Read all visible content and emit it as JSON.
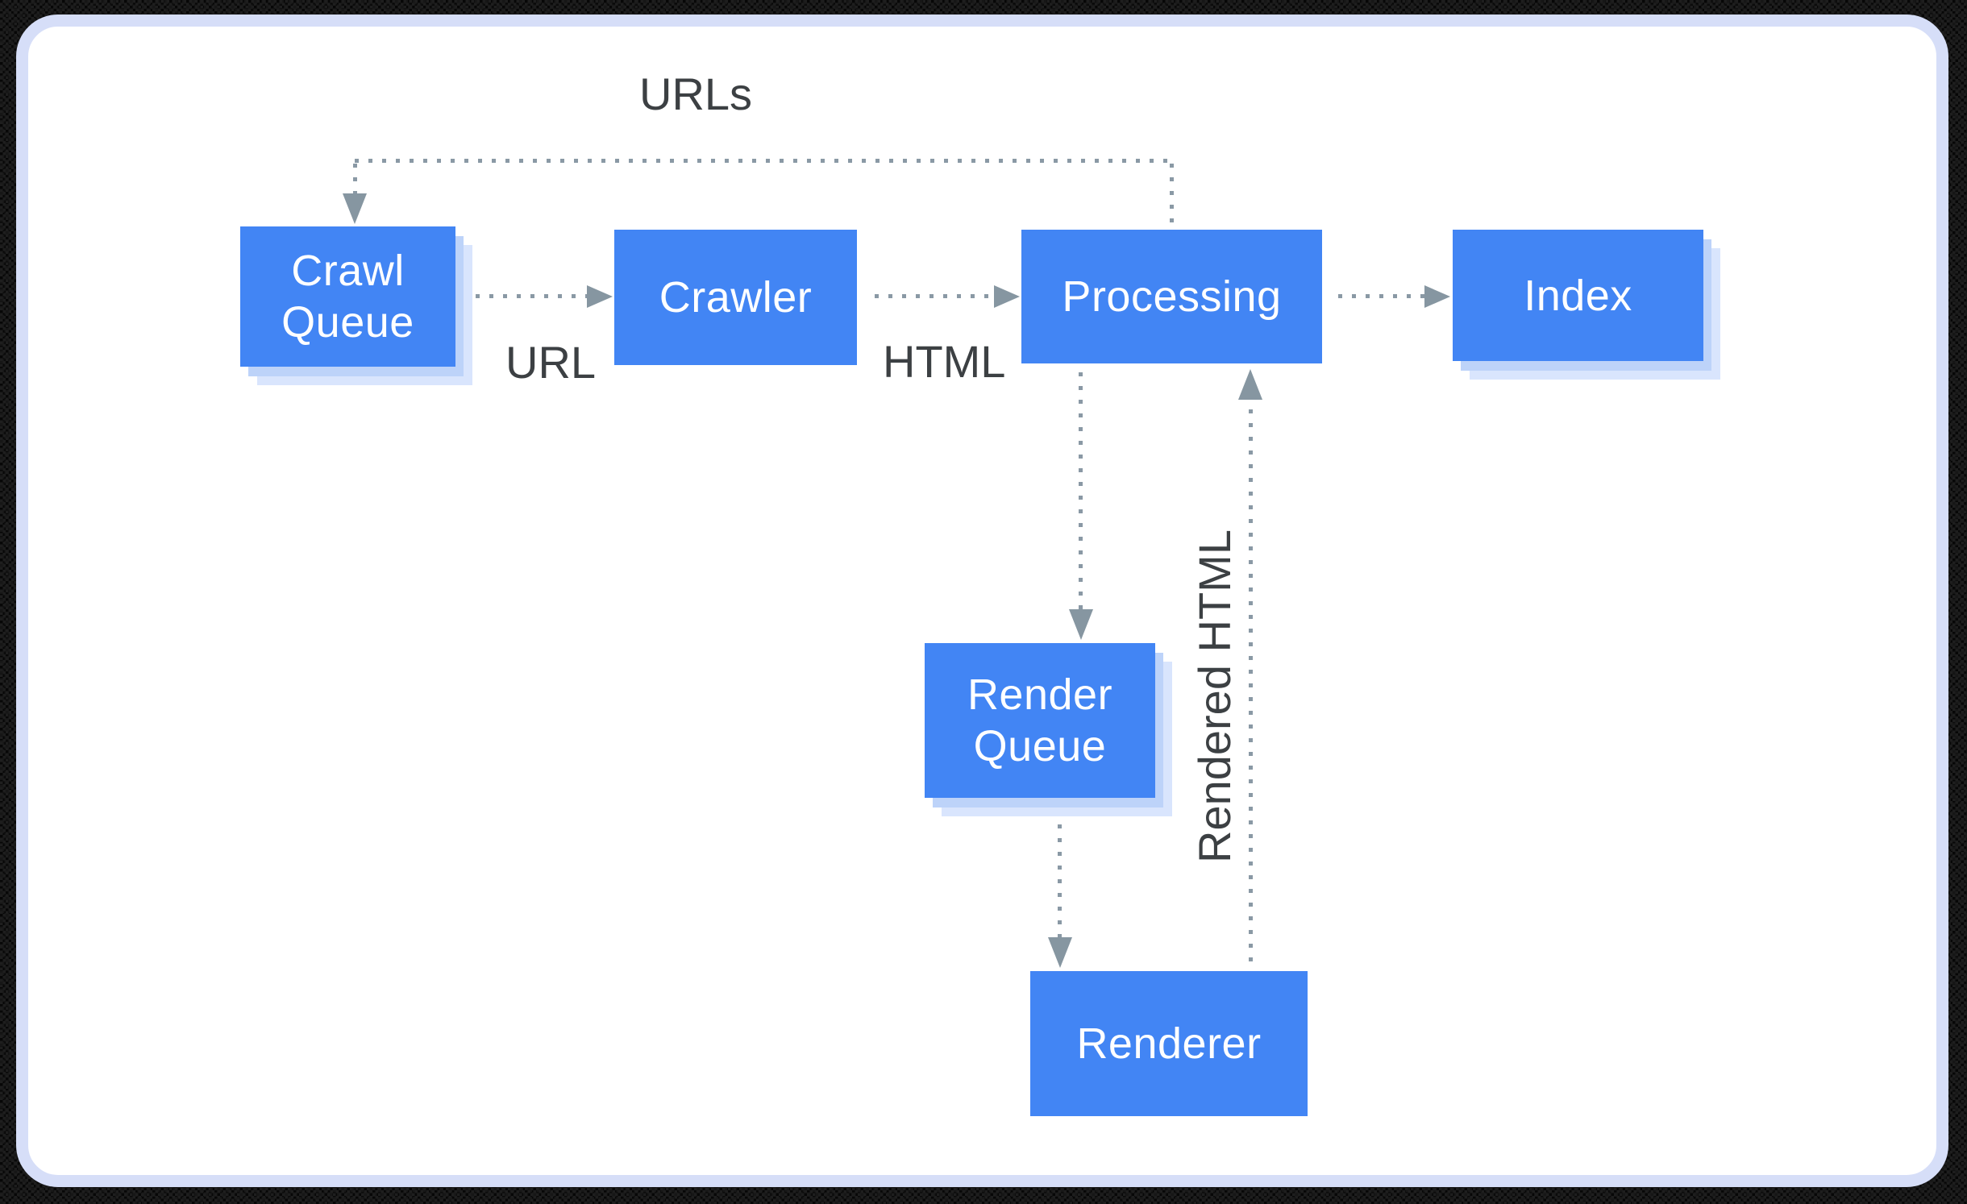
{
  "diagram": {
    "nodes": [
      {
        "id": "crawl-queue",
        "label": "Crawl Queue"
      },
      {
        "id": "crawler",
        "label": "Crawler"
      },
      {
        "id": "processing",
        "label": "Processing"
      },
      {
        "id": "index",
        "label": "Index"
      },
      {
        "id": "render-queue",
        "label": "Render Queue"
      },
      {
        "id": "renderer",
        "label": "Renderer"
      }
    ],
    "edge_labels": {
      "urls": "URLs",
      "url": "URL",
      "html": "HTML",
      "rendered_html": "Rendered HTML"
    },
    "colors": {
      "node_fill": "#4285f4",
      "node_text": "#ffffff",
      "node_shadow_inner": "#bdd3f9",
      "node_shadow_outer": "#d9e5fd",
      "connector_dot": "#8a99a5",
      "arrowhead": "#8696a1",
      "label_text": "#3c4043",
      "card_border": "#d6def8",
      "card_background": "#ffffff"
    }
  }
}
